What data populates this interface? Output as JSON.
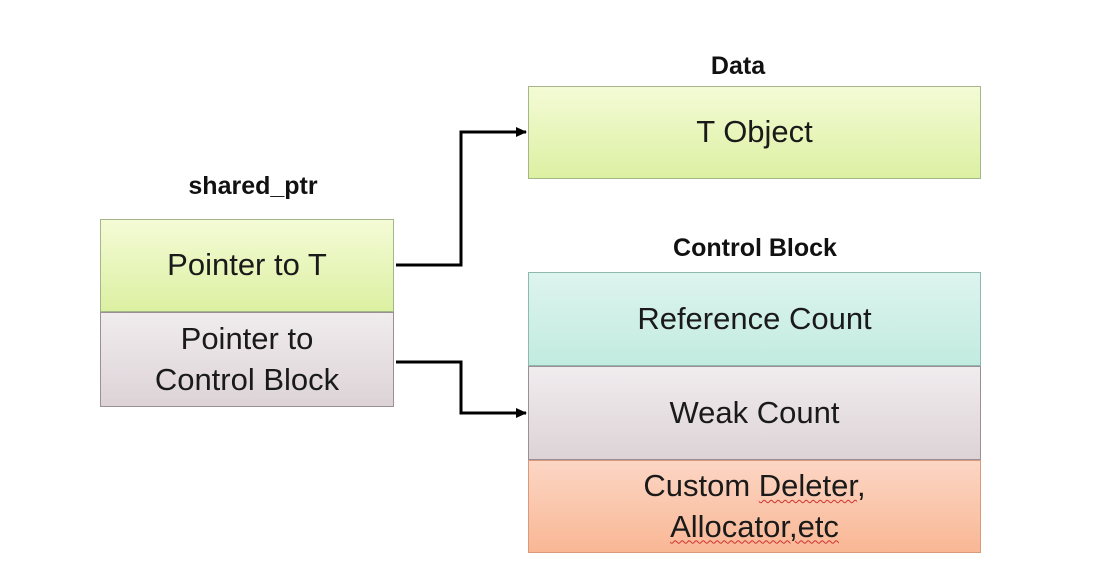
{
  "labels": {
    "data": "Data",
    "shared_ptr": "shared_ptr",
    "control_block": "Control Block"
  },
  "boxes": {
    "t_object": "T Object",
    "pointer_to_t": "Pointer to T",
    "pointer_to_cb_line1": "Pointer to",
    "pointer_to_cb_line2": "Control Block",
    "reference_count": "Reference Count",
    "weak_count": "Weak Count",
    "custom_line1_a": "Custom ",
    "custom_line1_b": "Deleter",
    "custom_line1_c": ",",
    "custom_line2": "Allocator,etc"
  },
  "colors": {
    "green": "#dcf0a2",
    "teal": "#c2ebe0",
    "gray": "#ddd3d7",
    "orange": "#f9b795",
    "arrow": "#000000"
  }
}
